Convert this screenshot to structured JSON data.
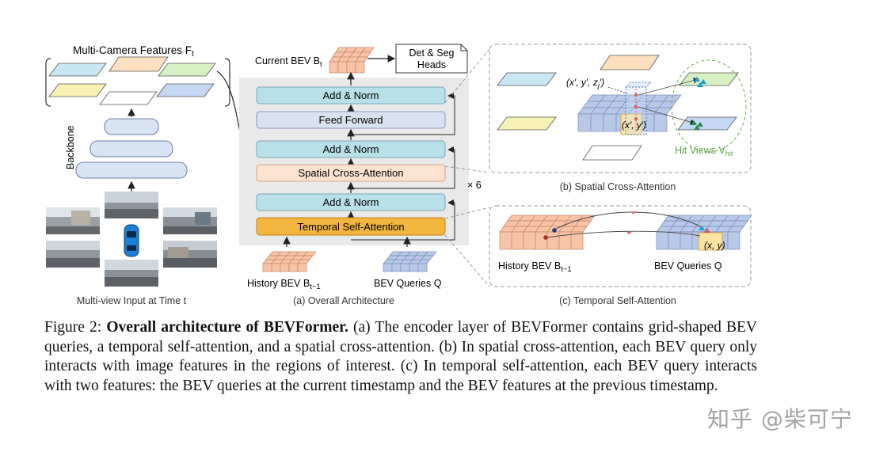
{
  "figure": {
    "left": {
      "features_title": "Multi-Camera Features F",
      "features_sub": "t",
      "backbone_label": "Backbone",
      "input_label": "Multi-view Input at Time t"
    },
    "center": {
      "current_bev": "Current BEV B",
      "current_bev_sub": "t",
      "heads_line1": "Det & Seg",
      "heads_line2": "Heads",
      "layers": [
        "Add & Norm",
        "Feed Forward",
        "Add & Norm",
        "Spatial Cross-Attention",
        "Add & Norm",
        "Temporal Self-Attention"
      ],
      "repeat": "× 6",
      "history_bev": "History BEV B",
      "history_bev_sub": "t−1",
      "bev_queries": "BEV Queries Q",
      "caption_a": "(a) Overall Architecture"
    },
    "sca": {
      "coord_3d": "(x′, y′, z",
      "coord_3d_sub": "j",
      "coord_3d_end": "′)",
      "coord_2d": "(x′, y′)",
      "hit_views": "Hit Views V",
      "hit_views_sub": "hit",
      "caption_b": "(b) Spatial Cross-Attention"
    },
    "tsa": {
      "history_bev": "History BEV B",
      "history_bev_sub": "t−1",
      "bev_queries": "BEV Queries Q",
      "coord": "(x, y)",
      "caption_c": "(c) Temporal Self-Attention"
    }
  },
  "caption": {
    "prefix": "Figure 2: ",
    "bold": "Overall architecture of BEVFormer.",
    "body": " (a) The encoder layer of BEVFormer contains grid-shaped BEV queries, a temporal self-attention, and a spatial cross-attention. (b) In spatial cross-attention, each BEV query only interacts with image features in the regions of interest. (c) In temporal self-attention, each BEV query interacts with two features: the BEV queries at the current timestamp and the BEV features at the previous timestamp."
  },
  "watermark": "知乎 @柴可宁",
  "colors": {
    "teal_block": "#b9dfe8",
    "feed_block": "#d9e2f1",
    "sca_block": "#fbe3d0",
    "tsa_block": "#f2b53e",
    "bev_orange": "#f7c4a8",
    "bev_blue": "#b7c8e8",
    "gray_panel": "#e9e9e9",
    "hit_green": "#6aaf52"
  }
}
